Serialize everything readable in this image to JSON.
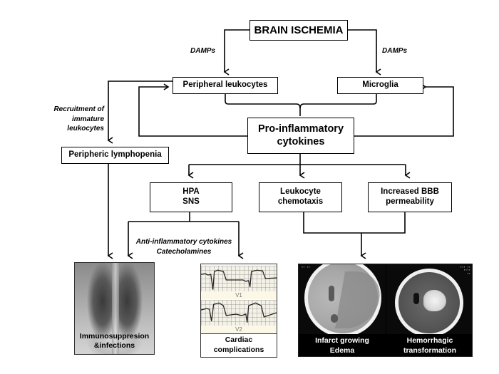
{
  "title": "Brain ischemia inflammatory cascade",
  "nodes": {
    "brain_ischemia": "BRAIN ISCHEMIA",
    "peripheral_leukocytes": "Peripheral leukocytes",
    "microglia": "Microglia",
    "pro_inflammatory": [
      "Pro-inflammatory",
      "cytokines"
    ],
    "peripheric_lymphopenia": "Peripheric lymphopenia",
    "hpa_sns": [
      "HPA",
      "SNS"
    ],
    "leukocyte_chemotaxis": [
      "Leukocyte",
      "chemotaxis"
    ],
    "bbb_permeability": [
      "Increased BBB",
      "permeability"
    ]
  },
  "edge_labels": {
    "damps_left": "DAMPs",
    "damps_right": "DAMPs",
    "recruitment": [
      "Recruitment of",
      "immature leukocytes"
    ],
    "anti_inflammatory": [
      "Anti-inflammatory cytokines",
      "Catecholamines"
    ]
  },
  "images": {
    "xray": {
      "caption": [
        "Immunosuppresion",
        "&infections"
      ]
    },
    "ecg": {
      "leads": [
        "V1",
        "V2"
      ],
      "caption": [
        "Cardiac",
        "complications"
      ]
    },
    "ct_left": {
      "caption": [
        "Infarct growing",
        "Edema"
      ]
    },
    "ct_right": {
      "caption": [
        "Hemorrhagic",
        "transformation"
      ]
    }
  }
}
